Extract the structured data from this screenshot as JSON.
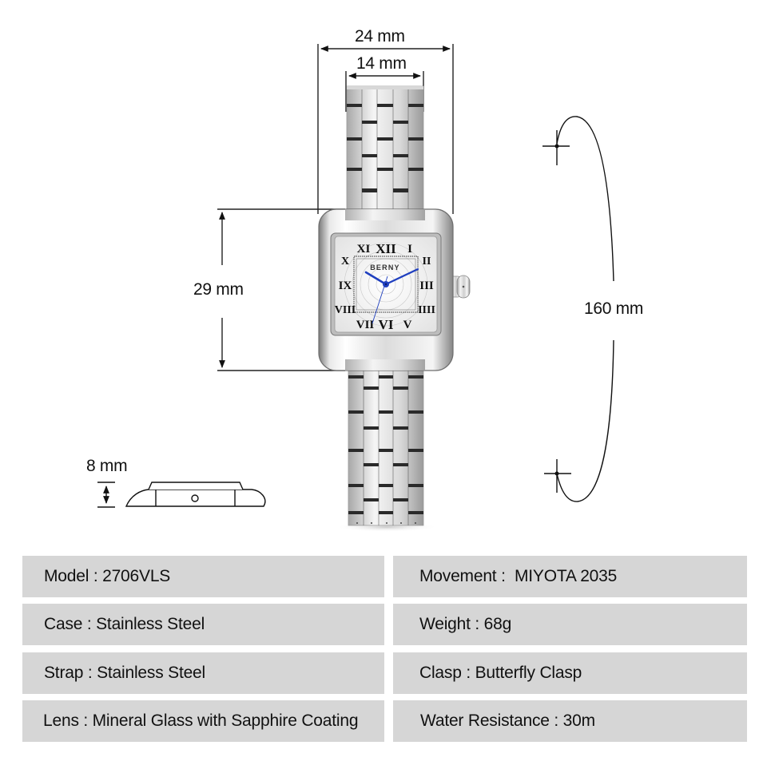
{
  "product": {
    "brand": "BERNY",
    "image_alt": "Women's square silver watch with roman numeral dial and stainless steel bracelet"
  },
  "dimensions": {
    "case_width": "24 mm",
    "strap_width": "14 mm",
    "case_height": "29 mm",
    "strap_length": "160 mm",
    "thickness": "8 mm"
  },
  "dial": {
    "brand_text": "BERNY",
    "numerals": [
      "XII",
      "I",
      "II",
      "III",
      "IIII",
      "V",
      "VI",
      "VII",
      "VIII",
      "IX",
      "X",
      "XI"
    ],
    "hand_color": "#1f3fbf"
  },
  "specs": {
    "left": [
      {
        "label": "Model",
        "value": "2706VLS",
        "text": "Model : 2706VLS"
      },
      {
        "label": "Case",
        "value": "Stainless Steel",
        "text": "Case : Stainless Steel"
      },
      {
        "label": "Strap",
        "value": "Stainless Steel",
        "text": "Strap : Stainless Steel"
      },
      {
        "label": "Lens",
        "value": "Mineral Glass with Sapphire Coating",
        "text": "Lens : Mineral Glass with Sapphire Coating"
      }
    ],
    "right": [
      {
        "label": "Movement",
        "value": "MIYOTA 2035",
        "text": "Movement :  MIYOTA 2035"
      },
      {
        "label": "Weight",
        "value": "68g",
        "text": "Weight : 68g"
      },
      {
        "label": "Clasp",
        "value": "Butterfly Clasp",
        "text": "Clasp : Butterfly Clasp"
      },
      {
        "label": "Water Resistance",
        "value": "30m",
        "text": "Water Resistance : 30m"
      }
    ]
  },
  "colors": {
    "row_bg": "#d6d6d6",
    "text": "#111111",
    "line": "#222222",
    "steel_light": "#f2f2f2",
    "steel_dark": "#8a8a8a"
  }
}
